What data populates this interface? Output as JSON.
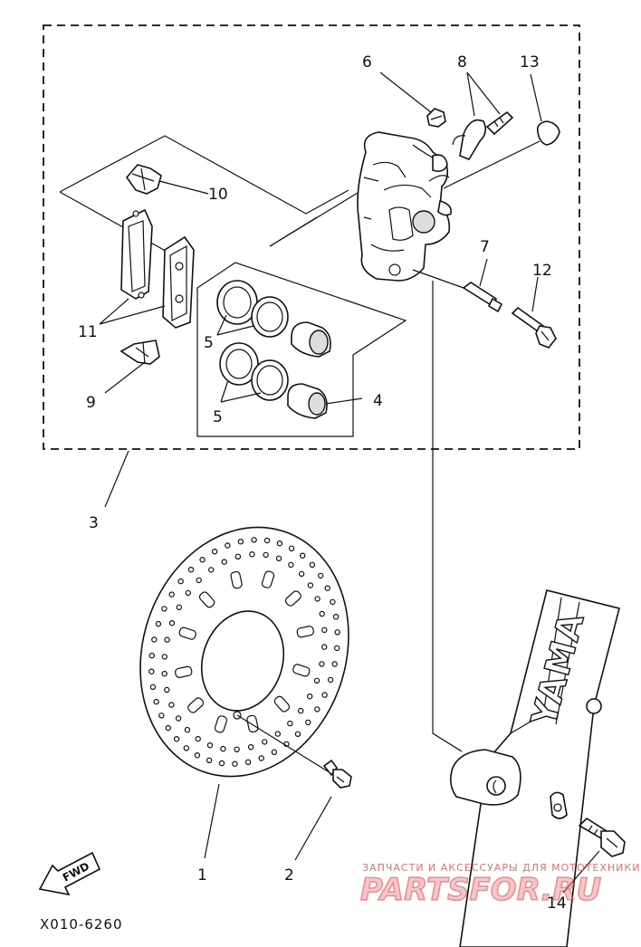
{
  "diagram": {
    "labels": {
      "p1": "1",
      "p2": "2",
      "p3": "3",
      "p4": "4",
      "p5a": "5",
      "p5b": "5",
      "p6": "6",
      "p7": "7",
      "p8": "8",
      "p9": "9",
      "p10": "10",
      "p11": "11",
      "p12": "12",
      "p13": "13",
      "p14": "14"
    },
    "fwd_label": "FWD",
    "fork_brand": "YAMA",
    "diagram_code": "X010-6260"
  },
  "watermark": {
    "tagline": "ЗАПЧАСТИ И АКСЕССУАРЫ ДЛЯ МОТОТЕХНИКИ",
    "brand": "PARTSFOR.RU"
  }
}
